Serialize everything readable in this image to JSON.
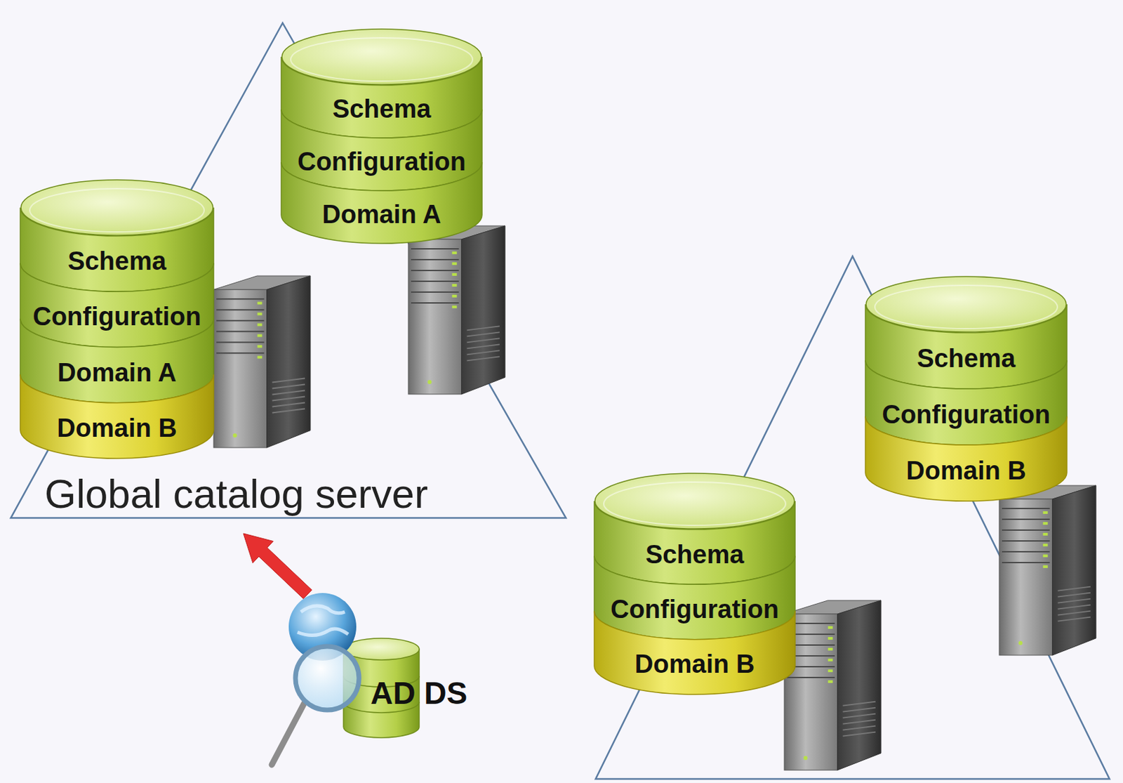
{
  "diagram": {
    "nodes": [
      {
        "text": [
          "Schema",
          "Configuration",
          "Domain A"
        ]
      },
      {
        "text": [
          "Schema",
          "Configuration",
          "Domain A",
          "Domain B"
        ]
      },
      {
        "text": [
          "Schema",
          "Configuration",
          "Domain B"
        ]
      },
      {
        "text": [
          "Schema",
          "Configuration",
          "Domain B"
        ]
      }
    ],
    "labels": [
      "Global catalog server",
      "AD DS"
    ]
  }
}
